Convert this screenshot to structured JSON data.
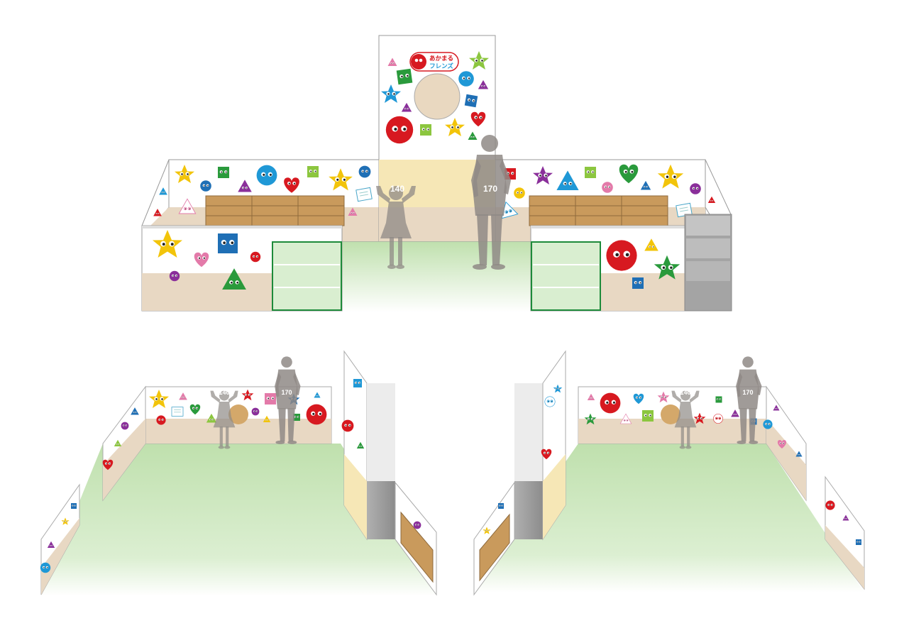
{
  "logo": {
    "line1": "あかまる",
    "line2": "フレンズ"
  },
  "height_markers": {
    "child": "140",
    "adult": "170"
  },
  "colors": {
    "floor_green": "#bfe0ad",
    "wall_beige": "#e8d8c3",
    "wainscot_yellow": "#f6e7b6",
    "shelf_wood": "#c99a5c",
    "frame_green": "#1d8a3a",
    "silhouette": "#8f8a86",
    "red": "#d71920",
    "yellow": "#f2c40a",
    "blue": "#1f98d6",
    "green": "#2a9a3c",
    "purple": "#8a2f9a",
    "pink": "#e37aa9",
    "lime": "#8cc63f"
  }
}
